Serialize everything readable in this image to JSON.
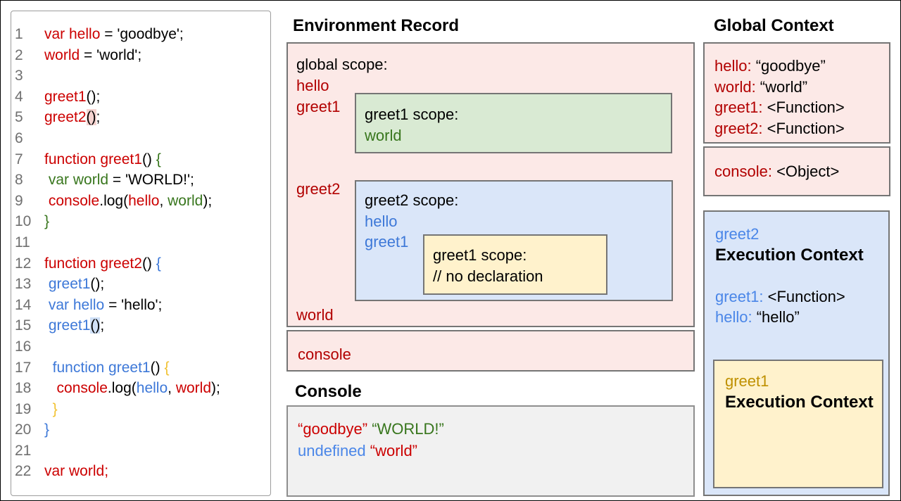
{
  "colors": {
    "ink": "#000000",
    "red": "#cc0000",
    "dred": "#b20000",
    "green": "#38761d",
    "blue": "#3d78d8",
    "lblue": "#4a86e8",
    "yellow": "#f1c232",
    "gold": "#bf9000",
    "gray": "#707070",
    "border": "#757575",
    "pink_bg": "#fce9e7",
    "green_bg": "#d9ead3",
    "blue_bg": "#dae6f9",
    "yellow_bg": "#fff2cc",
    "console_bg": "#f1f1f1",
    "hl_pink": "#f5d3d0",
    "hl_blue": "#cfe0f7"
  },
  "code": {
    "lines": [
      {
        "num": "1",
        "segments": [
          {
            "t": "var hello",
            "c": "red"
          },
          {
            "t": " = 'goodbye';",
            "c": "ink"
          }
        ]
      },
      {
        "num": "2",
        "segments": [
          {
            "t": "world",
            "c": "red"
          },
          {
            "t": " = 'world';",
            "c": "ink"
          }
        ]
      },
      {
        "num": "3",
        "segments": []
      },
      {
        "num": "4",
        "segments": [
          {
            "t": "greet1",
            "c": "red"
          },
          {
            "t": "();",
            "c": "ink"
          }
        ]
      },
      {
        "num": "5",
        "segments": [
          {
            "t": "greet2",
            "c": "red"
          },
          {
            "t": "()",
            "c": "ink hl-pink"
          },
          {
            "t": ";",
            "c": "ink"
          }
        ]
      },
      {
        "num": "6",
        "segments": []
      },
      {
        "num": "7",
        "segments": [
          {
            "t": "function greet1",
            "c": "red"
          },
          {
            "t": "() ",
            "c": "ink"
          },
          {
            "t": "{",
            "c": "green"
          }
        ]
      },
      {
        "num": "8",
        "segments": [
          {
            "t": " ",
            "c": "ink"
          },
          {
            "t": "var world",
            "c": "green"
          },
          {
            "t": " = 'WORLD!';",
            "c": "ink"
          }
        ]
      },
      {
        "num": "9",
        "segments": [
          {
            "t": " ",
            "c": "ink"
          },
          {
            "t": "console",
            "c": "red"
          },
          {
            "t": ".log(",
            "c": "ink"
          },
          {
            "t": "hello",
            "c": "red"
          },
          {
            "t": ", ",
            "c": "ink"
          },
          {
            "t": "world",
            "c": "green"
          },
          {
            "t": ");",
            "c": "ink"
          }
        ]
      },
      {
        "num": "10",
        "segments": [
          {
            "t": "}",
            "c": "green"
          }
        ]
      },
      {
        "num": "11",
        "segments": []
      },
      {
        "num": "12",
        "segments": [
          {
            "t": "function greet2",
            "c": "red"
          },
          {
            "t": "() ",
            "c": "ink"
          },
          {
            "t": "{",
            "c": "blue"
          }
        ]
      },
      {
        "num": "13",
        "segments": [
          {
            "t": " ",
            "c": "ink"
          },
          {
            "t": "greet1",
            "c": "blue"
          },
          {
            "t": "();",
            "c": "ink"
          }
        ]
      },
      {
        "num": "14",
        "segments": [
          {
            "t": " ",
            "c": "ink"
          },
          {
            "t": "var hello",
            "c": "blue"
          },
          {
            "t": " = 'hello';",
            "c": "ink"
          }
        ]
      },
      {
        "num": "15",
        "segments": [
          {
            "t": " ",
            "c": "ink"
          },
          {
            "t": "greet1",
            "c": "blue"
          },
          {
            "t": "()",
            "c": "ink hl-blue"
          },
          {
            "t": ";",
            "c": "ink"
          }
        ]
      },
      {
        "num": "16",
        "segments": []
      },
      {
        "num": "17",
        "segments": [
          {
            "t": "  ",
            "c": "ink"
          },
          {
            "t": "function greet1",
            "c": "blue"
          },
          {
            "t": "() ",
            "c": "ink"
          },
          {
            "t": "{",
            "c": "yellow"
          }
        ]
      },
      {
        "num": "18",
        "segments": [
          {
            "t": "   ",
            "c": "ink"
          },
          {
            "t": "console",
            "c": "red"
          },
          {
            "t": ".log(",
            "c": "ink"
          },
          {
            "t": "hello",
            "c": "blue"
          },
          {
            "t": ", ",
            "c": "ink"
          },
          {
            "t": "world",
            "c": "red"
          },
          {
            "t": ");",
            "c": "ink"
          }
        ]
      },
      {
        "num": "19",
        "segments": [
          {
            "t": "  }",
            "c": "yellow"
          }
        ]
      },
      {
        "num": "20",
        "segments": [
          {
            "t": "}",
            "c": "blue"
          }
        ]
      },
      {
        "num": "21",
        "segments": []
      },
      {
        "num": "22",
        "segments": [
          {
            "t": "var world;",
            "c": "red"
          }
        ]
      }
    ]
  },
  "environment_record": {
    "title": "Environment Record",
    "labels": {
      "global": "global scope:",
      "hello": "hello",
      "greet1": "greet1",
      "greet2": "greet2",
      "world": "world",
      "console": "console"
    },
    "greet1_scope": {
      "lines": [
        {
          "segments": [
            {
              "t": "greet1 scope:",
              "c": "ink"
            }
          ]
        },
        {
          "segments": [
            {
              "t": "world",
              "c": "green"
            }
          ]
        }
      ]
    },
    "greet2_scope": {
      "lines": [
        {
          "segments": [
            {
              "t": "greet2 scope:",
              "c": "ink"
            }
          ]
        },
        {
          "segments": [
            {
              "t": "hello",
              "c": "blue"
            }
          ]
        },
        {
          "segments": [
            {
              "t": "greet1",
              "c": "blue"
            }
          ]
        }
      ],
      "inner": {
        "lines": [
          {
            "segments": [
              {
                "t": "greet1 scope:",
                "c": "ink"
              }
            ]
          },
          {
            "segments": [
              {
                "t": "// no declaration",
                "c": "ink"
              }
            ]
          }
        ]
      }
    }
  },
  "console_panel": {
    "title": "Console",
    "lines": [
      {
        "segments": [
          {
            "t": "“goodbye”",
            "c": "red"
          },
          {
            "t": " ",
            "c": "ink"
          },
          {
            "t": "“WORLD!”",
            "c": "green"
          }
        ]
      },
      {
        "segments": [
          {
            "t": "undefined",
            "c": "lblue"
          },
          {
            "t": " ",
            "c": "ink"
          },
          {
            "t": "“world”",
            "c": "red"
          }
        ]
      }
    ]
  },
  "global_context": {
    "title": "Global Context",
    "variables": [
      {
        "segments": [
          {
            "t": "hello:",
            "c": "dred"
          },
          {
            "t": " “goodbye”",
            "c": "ink"
          }
        ]
      },
      {
        "segments": [
          {
            "t": "world:",
            "c": "dred"
          },
          {
            "t": " “world”",
            "c": "ink"
          }
        ]
      },
      {
        "segments": [
          {
            "t": "greet1:",
            "c": "dred"
          },
          {
            "t": " <Function>",
            "c": "ink"
          }
        ]
      },
      {
        "segments": [
          {
            "t": "greet2:",
            "c": "dred"
          },
          {
            "t": " <Function>",
            "c": "ink"
          }
        ]
      }
    ],
    "console_row": [
      {
        "segments": [
          {
            "t": "console:",
            "c": "dred"
          },
          {
            "t": " <Object>",
            "c": "ink"
          }
        ]
      }
    ]
  },
  "execution_context": {
    "function_name": "greet2",
    "title": "Execution Context",
    "variables": [
      {
        "segments": [
          {
            "t": "greet1:",
            "c": "lblue"
          },
          {
            "t": " <Function>",
            "c": "ink"
          }
        ]
      },
      {
        "segments": [
          {
            "t": "hello:",
            "c": "lblue"
          },
          {
            "t": " “hello”",
            "c": "ink"
          }
        ]
      }
    ],
    "inner": {
      "function_name": "greet1",
      "title": "Execution Context"
    }
  }
}
